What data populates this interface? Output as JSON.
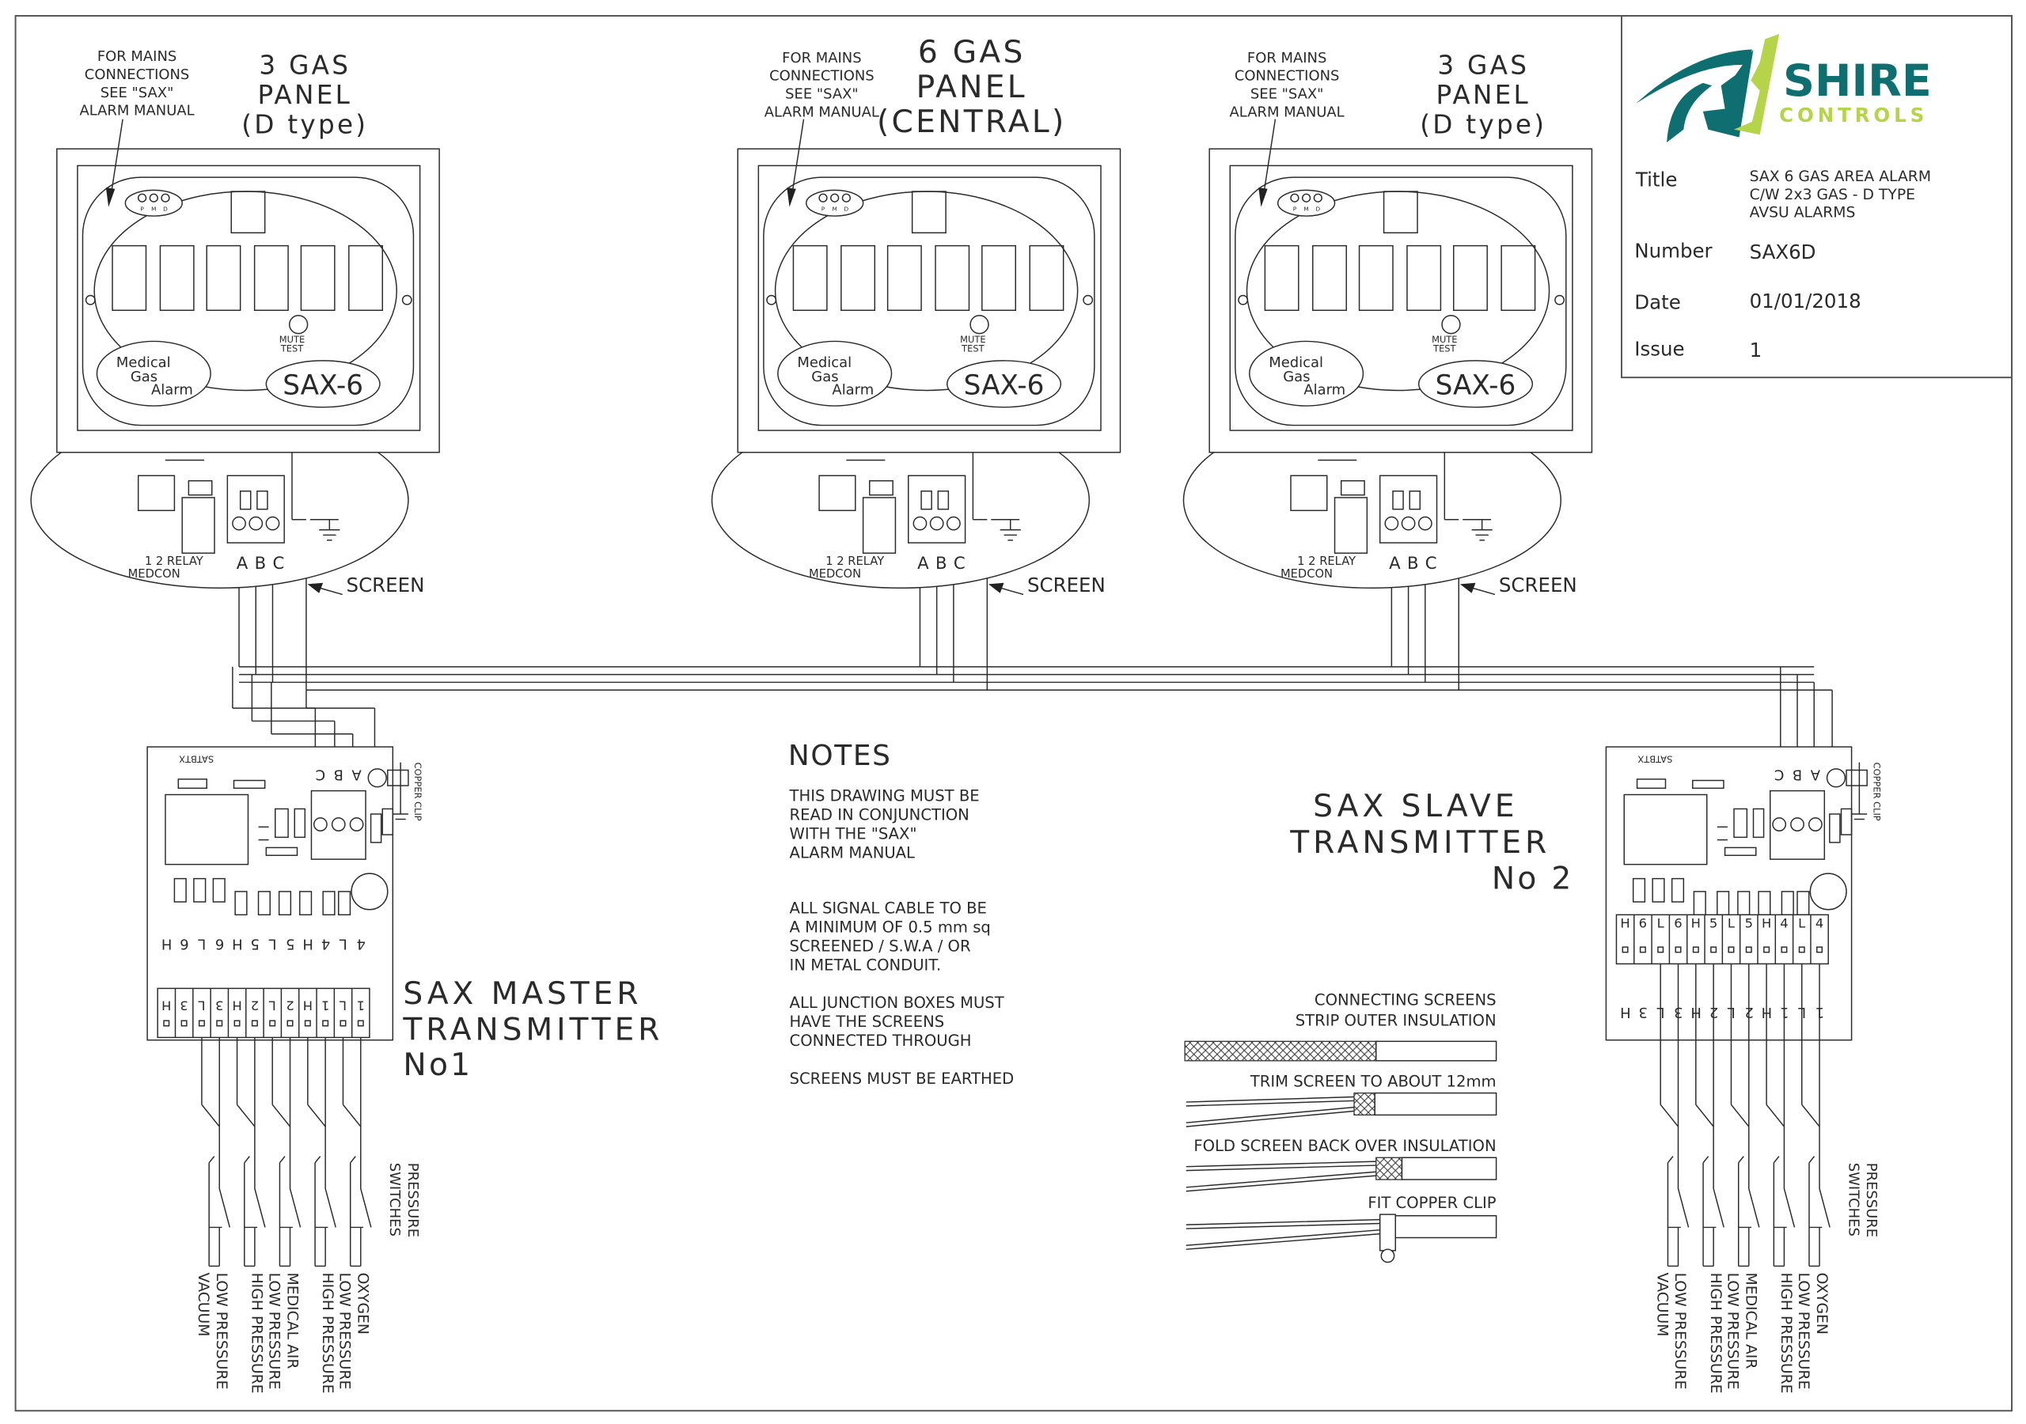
{
  "title_block": {
    "logo": {
      "word1": "SHIRE",
      "word2": "CONTROLS",
      "teal": "#0f6e70",
      "green": "#b5d44a"
    },
    "labels": {
      "title": "Title",
      "number": "Number",
      "date": "Date",
      "issue": "Issue"
    },
    "title_lines": [
      "SAX 6 GAS AREA ALARM",
      "C/W 2x3 GAS - D TYPE",
      "AVSU ALARMS"
    ],
    "number": "SAX6D",
    "date": "01/01/2018",
    "issue": "1"
  },
  "panels": [
    {
      "title_lines": [
        "3 GAS",
        "PANEL",
        "(D type)"
      ],
      "note_lines": [
        "FOR MAINS",
        "CONNECTIONS",
        "SEE \"SAX\"",
        "ALARM MANUAL"
      ],
      "leds": [
        "P",
        "M",
        "D"
      ],
      "mute_lines": [
        "MUTE",
        "TEST"
      ],
      "brand_lines": [
        "Medical",
        "Gas",
        "Alarm"
      ],
      "model": "SAX-6",
      "relay_label": "1  2  RELAY",
      "medcon": "MEDCON",
      "terminals": [
        "A",
        "B",
        "C"
      ],
      "screen_label": "SCREEN"
    },
    {
      "title_lines": [
        "6 GAS",
        "PANEL",
        "(CENTRAL)"
      ],
      "note_lines": [
        "FOR MAINS",
        "CONNECTIONS",
        "SEE \"SAX\"",
        "ALARM MANUAL"
      ],
      "leds": [
        "P",
        "M",
        "D"
      ],
      "mute_lines": [
        "MUTE",
        "TEST"
      ],
      "brand_lines": [
        "Medical",
        "Gas",
        "Alarm"
      ],
      "model": "SAX-6",
      "relay_label": "1  2  RELAY",
      "medcon": "MEDCON",
      "terminals": [
        "A",
        "B",
        "C"
      ],
      "screen_label": "SCREEN"
    },
    {
      "title_lines": [
        "3 GAS",
        "PANEL",
        "(D type)"
      ],
      "note_lines": [
        "FOR MAINS",
        "CONNECTIONS",
        "SEE \"SAX\"",
        "ALARM MANUAL"
      ],
      "leds": [
        "P",
        "M",
        "D"
      ],
      "mute_lines": [
        "MUTE",
        "TEST"
      ],
      "brand_lines": [
        "Medical",
        "Gas",
        "Alarm"
      ],
      "model": "SAX-6",
      "relay_label": "1  2  RELAY",
      "medcon": "MEDCON",
      "terminals": [
        "A",
        "B",
        "C"
      ],
      "screen_label": "SCREEN"
    }
  ],
  "transmitters": [
    {
      "title_lines": [
        "SAX MASTER",
        "TRANSMITTER",
        "No1"
      ],
      "satbtx": "SATBTX",
      "terminals": [
        "C",
        "B",
        "A"
      ],
      "copper_clip": "COPPER CLIP",
      "upper_labels": [
        "H",
        "6",
        "L",
        "6",
        "H",
        "5",
        "L",
        "5",
        "H",
        "4",
        "L",
        "4"
      ],
      "lower_labels": [
        "H",
        "3",
        "L",
        "3",
        "H",
        "2",
        "L",
        "2",
        "H",
        "1",
        "L",
        "1"
      ],
      "switches_lines": [
        "PRESSURE",
        "SWITCHES"
      ],
      "gas_labels": [
        [
          "LOW PRESSURE",
          "VACUUM"
        ],
        [
          "HIGH PRESSURE"
        ],
        [
          "MEDICAL AIR",
          "LOW PRESSURE"
        ],
        [
          "HIGH PRESSURE"
        ],
        [
          "OXYGEN",
          "LOW PRESSURE"
        ]
      ]
    },
    {
      "title_lines": [
        "SAX SLAVE",
        "TRANSMITTER",
        "No 2"
      ],
      "satbtx": "SATBTX",
      "terminals": [
        "C",
        "B",
        "A"
      ],
      "copper_clip": "COPPER CLIP",
      "upper_labels": [
        "H",
        "6",
        "L",
        "6",
        "H",
        "5",
        "L",
        "5",
        "H",
        "4",
        "L",
        "4"
      ],
      "lower_labels": [
        "H",
        "3",
        "L",
        "3",
        "H",
        "2",
        "L",
        "2",
        "H",
        "1",
        "L",
        "1"
      ],
      "switches_lines": [
        "PRESSURE",
        "SWITCHES"
      ],
      "gas_labels": [
        [
          "LOW PRESSURE",
          "VACUUM"
        ],
        [
          "HIGH PRESSURE"
        ],
        [
          "MEDICAL AIR",
          "LOW PRESSURE"
        ],
        [
          "HIGH PRESSURE"
        ],
        [
          "OXYGEN",
          "LOW PRESSURE"
        ]
      ]
    }
  ],
  "notes": {
    "heading": "NOTES",
    "paragraphs": [
      [
        "THIS DRAWING MUST BE",
        "READ IN CONJUNCTION",
        "WITH THE \"SAX\"",
        "ALARM MANUAL"
      ],
      [
        "ALL SIGNAL CABLE TO BE",
        "A MINIMUM OF 0.5 mm sq",
        "SCREENED / S.W.A / OR",
        "IN METAL CONDUIT."
      ],
      [
        "ALL JUNCTION BOXES MUST",
        "HAVE THE SCREENS",
        "CONNECTED THROUGH"
      ],
      [
        "SCREENS MUST BE EARTHED"
      ]
    ]
  },
  "screens": {
    "steps": [
      {
        "lines": [
          "CONNECTING SCREENS",
          "STRIP OUTER INSULATION"
        ]
      },
      {
        "lines": [
          "TRIM SCREEN TO ABOUT 12mm"
        ]
      },
      {
        "lines": [
          "FOLD SCREEN BACK OVER INSULATION"
        ]
      },
      {
        "lines": [
          "FIT COPPER CLIP"
        ]
      }
    ]
  }
}
